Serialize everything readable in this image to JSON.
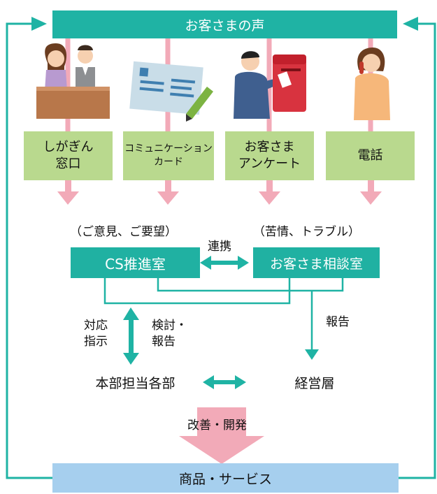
{
  "top_banner": "お客さまの声",
  "channels": [
    {
      "line1": "しがぎん",
      "line2": "窓口"
    },
    {
      "line1": "コミュニケーション",
      "line2": "カード"
    },
    {
      "line1": "お客さま",
      "line2": "アンケート"
    },
    {
      "line1": "電話",
      "line2": ""
    }
  ],
  "panel": {
    "left_caption": "（ご意見、ご要望）",
    "right_caption": "（苦情、トラブル）",
    "link_label": "連携",
    "cs_box": "CS推進室",
    "consult_box": "お客さま相談室",
    "left_labels": {
      "line1": "対応",
      "line2": "指示"
    },
    "mid_labels": {
      "line1": "検討・",
      "line2": "報告"
    },
    "report_label": "報告",
    "hq_box": "本部担当各部",
    "mgmt_box": "経営層"
  },
  "improve_label": "改善・開発",
  "bottom_banner": "商品・サービス",
  "colors": {
    "teal": "#1fb3a4",
    "green": "#b9d98e",
    "blue_panel": "#a9d3ef",
    "pink_arrow": "#f2aab8",
    "bottom_bar": "#a6cfee"
  }
}
